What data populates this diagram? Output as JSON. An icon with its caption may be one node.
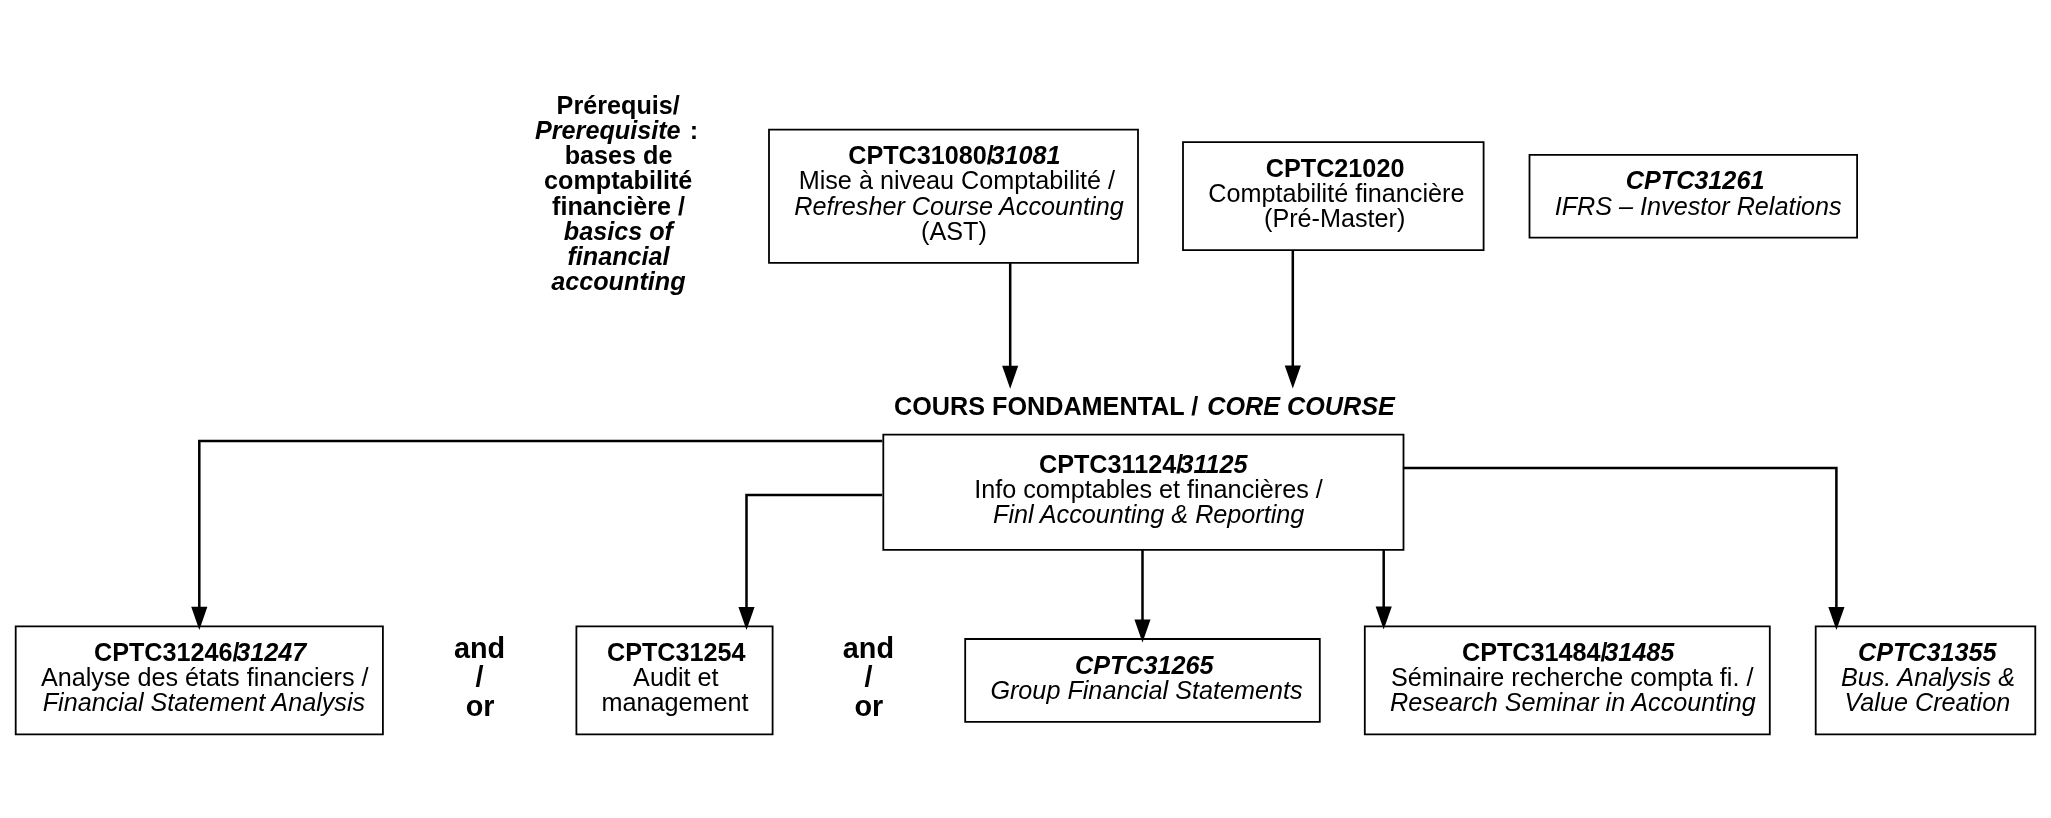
{
  "diagram": {
    "nodes": [
      {
        "text": [
          "CPTC31080/*31081*",
          "Mise à niveau Comptabilité / *Refresher Course Accounting* (AST)"
        ]
      },
      {
        "text": [
          "CPTC21020",
          "Comptabilité financière (Pré-Master)"
        ]
      },
      {
        "text": [
          "CPTC31261",
          "IFRS – Investor Relations"
        ]
      },
      {
        "text": [
          "COURS FONDAMENTAL / *CORE COURSE*",
          "CPTC31124/*31125*",
          "Info comptables et financières / *Finl Accounting & Reporting*"
        ]
      },
      {
        "text": [
          "CPTC31246/*31247*",
          "Analyse des états financiers / *Financial Statement Analysis*"
        ]
      },
      {
        "text": [
          "CPTC31254",
          "Audit et management"
        ]
      },
      {
        "text": [
          "CPTC31265",
          "Group Financial Statements"
        ]
      },
      {
        "text": [
          "CPTC31484/*31485*",
          "Séminaire recherche compta fi. / *Research Seminar in Accounting*"
        ]
      },
      {
        "text": [
          "CPTC31355",
          "Bus. Analysis & Value Creation"
        ]
      }
    ],
    "edges": [
      {
        "from": 0,
        "to": 3,
        "arrow": "to"
      },
      {
        "from": 1,
        "to": 3,
        "arrow": "to"
      },
      {
        "from": 3,
        "to": 4,
        "arrow": "to"
      },
      {
        "from": 3,
        "to": 5,
        "arrow": "to"
      },
      {
        "from": 3,
        "to": 6,
        "arrow": "to"
      },
      {
        "from": 3,
        "to": 7,
        "arrow": "to"
      },
      {
        "from": 3,
        "to": 8,
        "arrow": "to"
      }
    ],
    "labels": [
      "Prérequis/ *Prerequisite* : bases de comptabilité financière / *basics of financial accounting*",
      "and / or",
      "and / or"
    ]
  }
}
